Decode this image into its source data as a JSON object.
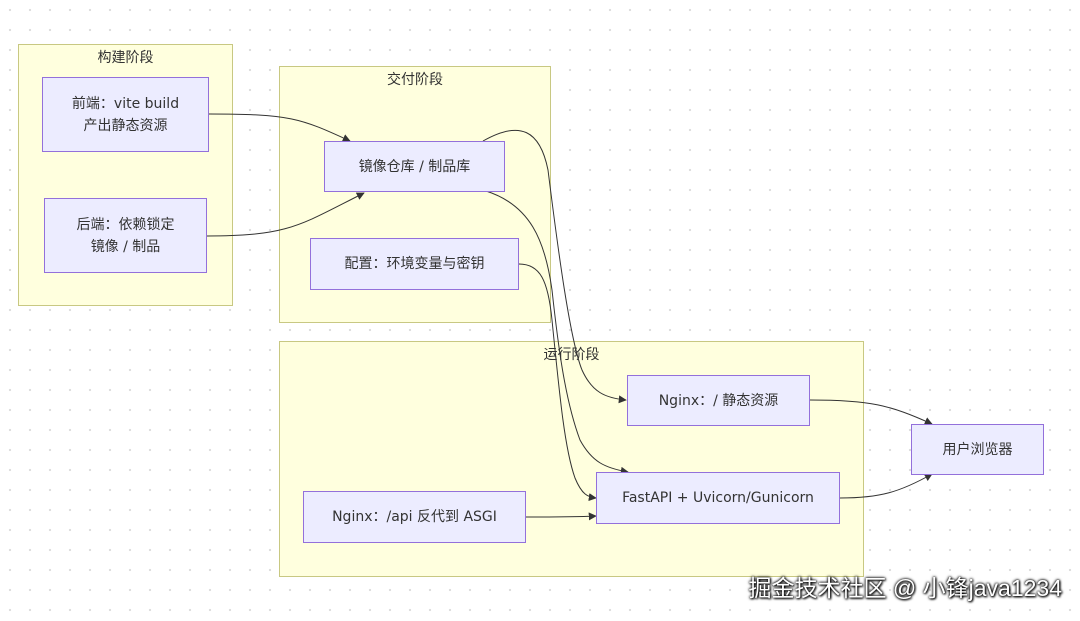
{
  "clusters": {
    "build": {
      "title": "构建阶段"
    },
    "delivery": {
      "title": "交付阶段"
    },
    "runtime": {
      "title": "运行阶段"
    }
  },
  "nodes": {
    "frontend": {
      "line1": "前端：vite build",
      "line2": "产出静态资源"
    },
    "backend": {
      "line1": "后端：依赖锁定",
      "line2": "镜像 / 制品"
    },
    "registry": {
      "line1": "镜像仓库 / 制品库"
    },
    "config": {
      "line1": "配置：环境变量与密钥"
    },
    "nginx_static": {
      "line1": "Nginx：/ 静态资源"
    },
    "nginx_api": {
      "line1": "Nginx：/api 反代到 ASGI"
    },
    "fastapi": {
      "line1": "FastAPI + Uvicorn/Gunicorn"
    },
    "browser": {
      "line1": "用户浏览器"
    }
  },
  "watermark": "掘金技术社区 @ 小锋java1234"
}
